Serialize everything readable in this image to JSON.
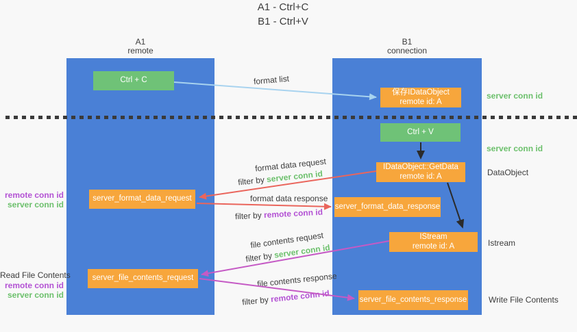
{
  "title": {
    "line1": "A1 - Ctrl+C",
    "line2": "B1 - Ctrl+V"
  },
  "columns": {
    "left": {
      "header_line1": "A1",
      "header_line2": "remote"
    },
    "right": {
      "header_line1": "B1",
      "header_line2": "connection"
    }
  },
  "nodes": {
    "ctrl_c": "Ctrl + C",
    "save_dataobject": {
      "line1": "保存IDataObject",
      "line2": "remote id: A"
    },
    "ctrl_v": "Ctrl + V",
    "getdata": {
      "line1": "IDataObject::GetData",
      "line2": "remote id: A"
    },
    "format_request": "server_format_data_request",
    "format_response": "server_format_data_response",
    "istream": {
      "line1": "IStream",
      "line2": "remote id: A"
    },
    "file_request": "server_file_contents_request",
    "file_response": "server_file_contents_response"
  },
  "flows": {
    "format_list": "format list",
    "format_request": {
      "title": "format data request",
      "filter_prefix": "filter by ",
      "filter_value": "server conn id"
    },
    "format_response": {
      "title": "format data response",
      "filter_prefix": "filter by ",
      "filter_value": "remote conn id"
    },
    "file_request": {
      "title": "file contents request",
      "filter_prefix": "filter by ",
      "filter_value": "server conn id"
    },
    "file_response": {
      "title": "file contents response",
      "filter_prefix": "filter by ",
      "filter_value": "remote conn id"
    }
  },
  "annotations": {
    "right_server_conn_top": "server conn id",
    "right_server_conn_mid": "server conn id",
    "dataobject": "DataObject",
    "istream": "Istream",
    "write_file": "Write File Contents",
    "read_file": "Read File Contents",
    "left_remote_conn_1": "remote conn id",
    "left_server_conn_1": "server conn id",
    "left_remote_conn_2": "remote conn id",
    "left_server_conn_2": "server conn id"
  },
  "colors": {
    "column_blue": "#4a80d6",
    "action_green": "#6fc277",
    "message_orange": "#f7a63c",
    "server_conn_green": "#6cc06c",
    "remote_conn_purple": "#b352d4",
    "request_red": "#ea655c",
    "file_magenta": "#c55ac5",
    "format_list_blue": "#a8d3ef",
    "black_arrow": "#2b2b2b"
  }
}
